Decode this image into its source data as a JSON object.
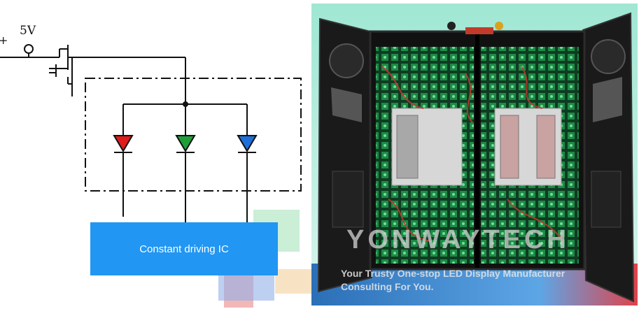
{
  "diagram": {
    "supply_voltage": "5V",
    "supply_polarity": "+",
    "driver_ic_label": "Constant driving IC",
    "led_colors": [
      "#e01b1b",
      "#1f9e3a",
      "#1e6fd9"
    ],
    "driver_ic_color": "#2196f3"
  },
  "photo": {
    "watermark_brand": "YONWAYTECH",
    "watermark_tagline_line1": "Your Trusty One-stop LED Display Manufacturer",
    "watermark_tagline_line2": "Consulting For You."
  }
}
